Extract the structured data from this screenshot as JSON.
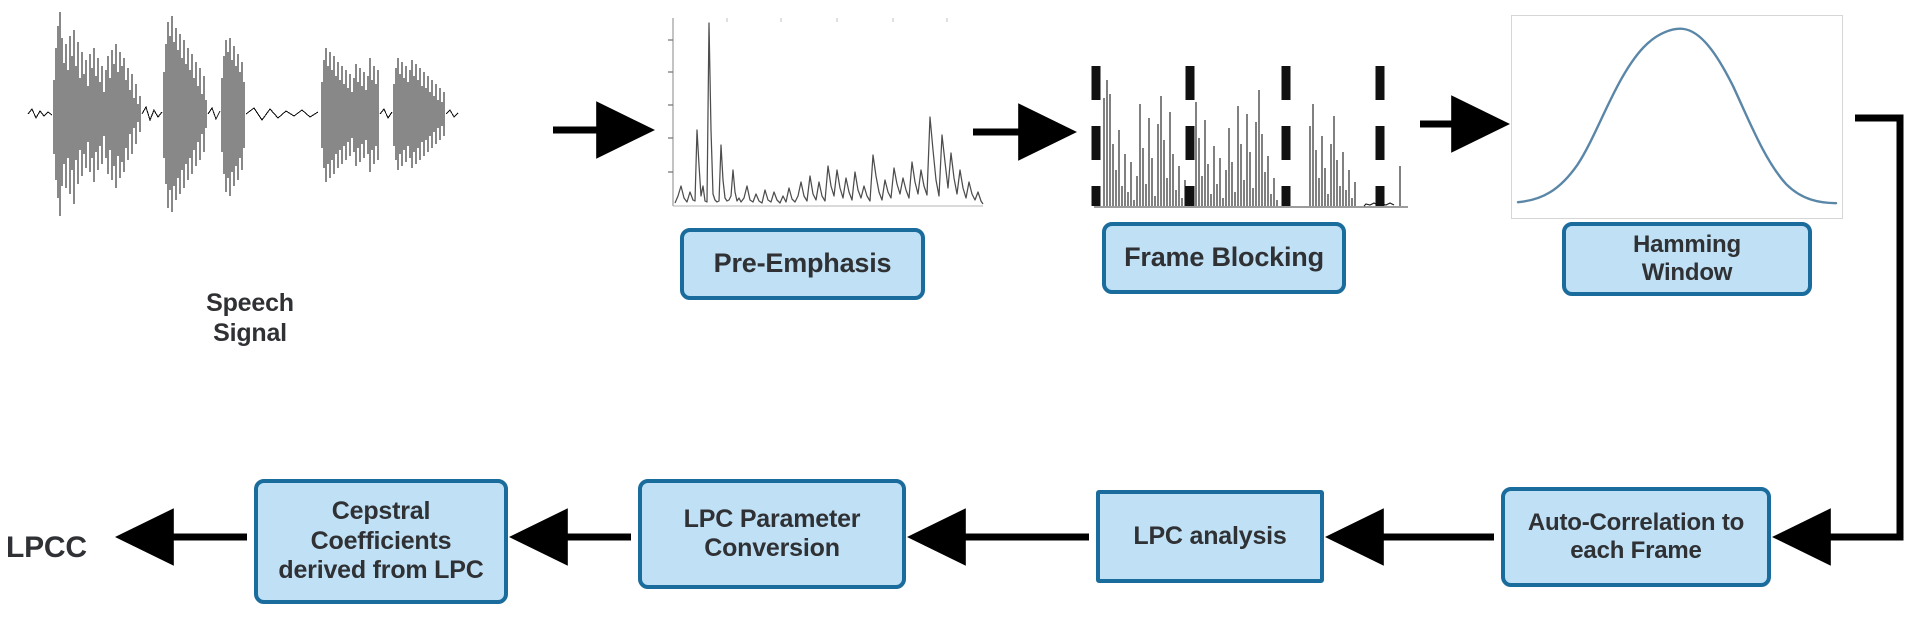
{
  "diagram": {
    "title": "LPCC feature extraction pipeline",
    "accent_fill": "#bfe0f5",
    "accent_border": "#1a6c9c",
    "text_color": "#2f3134",
    "curve_color": "#5a86a8",
    "wire_color": "#000000",
    "plot_frame_color": "#d6d6d6"
  },
  "labels": {
    "speech_signal": "Speech\nSignal",
    "speech_signal_line1": "Speech",
    "speech_signal_line2": "Signal",
    "lpcc": "LPCC"
  },
  "stages": {
    "pre_emphasis": "Pre-Emphasis",
    "frame_blocking": "Frame Blocking",
    "hamming_window_line1": "Hamming",
    "hamming_window_line2": "Window",
    "auto_correlation_line1": "Auto-Correlation to",
    "auto_correlation_line2": "each Frame",
    "lpc_analysis": "LPC analysis",
    "lpc_parameter_conversion_line1": "LPC Parameter",
    "lpc_parameter_conversion_line2": "Conversion",
    "cepstral_line1": "Cepstral",
    "cepstral_line2": "Coefficients",
    "cepstral_line3": "derived from LPC"
  },
  "flow_order": [
    "Speech Signal",
    "Pre-Emphasis",
    "Frame Blocking",
    "Hamming Window",
    "Auto-Correlation to each Frame",
    "LPC analysis",
    "LPC Parameter Conversion",
    "Cepstral Coefficients derived from LPC",
    "LPCC"
  ],
  "plots": {
    "speech_waveform": {
      "type": "waveform",
      "description": "time-domain speech amplitude envelope, black dense oscillation"
    },
    "pre_emphasis_spectrum": {
      "type": "line",
      "description": "magnitude spectrum with tall low-frequency peaks and axis ticks"
    },
    "frame_blocking_spectrum": {
      "type": "waveform",
      "description": "spectrum segmented by four vertical dashed frame boundaries",
      "frame_divider_count": 4
    },
    "hamming_window": {
      "type": "line",
      "description": "raised-cosine bell curve inside a light grey framed axes box"
    }
  }
}
